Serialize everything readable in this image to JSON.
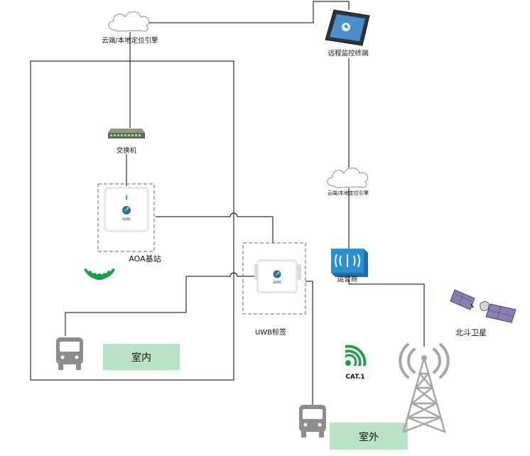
{
  "labels": {
    "cloud_top": "云端/本地定位引擎",
    "tablet": "远程监控终端",
    "switch": "交换机",
    "cloud_mid": "云端/本地定位引擎",
    "aoa": "AOA基站",
    "operator": "运营商",
    "uwb": "UWB标签",
    "satellite": "北斗卫星",
    "indoor": "室内",
    "cat1": "CAT.1",
    "outdoor": "室外",
    "brand_aoa": "OEMS",
    "brand_uwb": "OEMS"
  },
  "colors": {
    "zone_fill": "#b9e3c6",
    "signal_green": "#1aa04a",
    "operator_blue": "#2a8fd4",
    "dashed_box": "#4a6a9a",
    "line": "#000000"
  },
  "icons": {
    "cloud": "cloud-icon",
    "tablet": "tablet-icon",
    "switch": "network-switch-icon",
    "aoa": "aoa-base-station-icon",
    "uwb": "uwb-tag-icon",
    "operator": "operator-icon",
    "satellite": "satellite-icon",
    "tower": "signal-tower-icon",
    "bus": "bus-icon",
    "wifi": "wireless-signal-icon",
    "cat1": "cat1-signal-icon"
  }
}
